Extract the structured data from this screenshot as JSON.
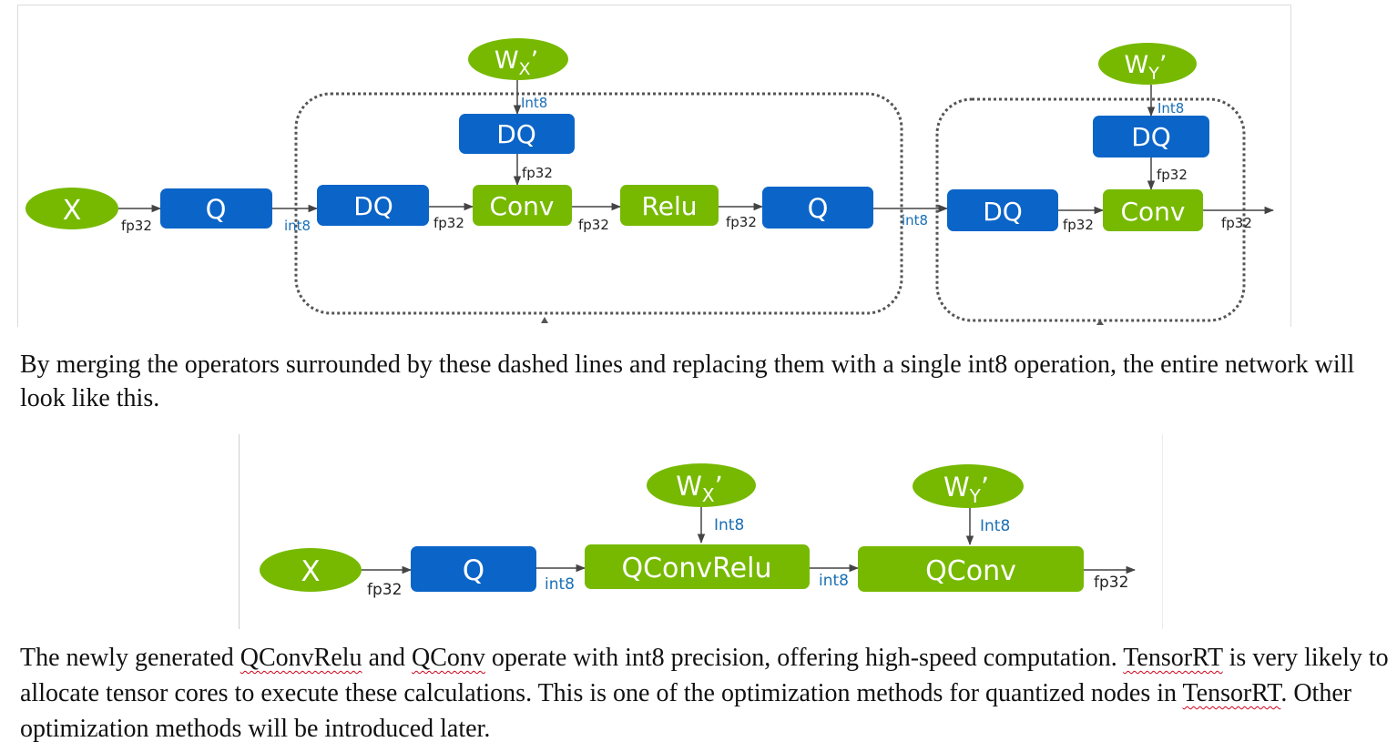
{
  "colors": {
    "green": "#76b900",
    "blue": "#0b64c8",
    "arrow": "#444444",
    "dashed": "#555555",
    "int_label": "#1a6fb5"
  },
  "diagram1": {
    "nodes": {
      "x": "X",
      "q1": "Q",
      "dq1": "DQ",
      "conv1": "Conv",
      "relu": "Relu",
      "q2": "Q",
      "dq2": "DQ",
      "conv2": "Conv",
      "wx_base": "W",
      "wx_sub": "X",
      "wx_prime": "’",
      "dqw1": "DQ",
      "wy_base": "W",
      "wy_sub": "Y",
      "wy_prime": "’",
      "dqw2": "DQ"
    },
    "edge_labels": {
      "x_q": "fp32",
      "q_dq": "int8",
      "dq_conv": "fp32",
      "conv_relu": "fp32",
      "relu_q": "fp32",
      "q_dq2": "int8",
      "dq2_conv2": "fp32",
      "conv2_out": "fp32",
      "wx_dqw": "Int8",
      "dqw_conv": "fp32",
      "wy_dqw": "Int8",
      "dqw2_conv2": "fp32"
    }
  },
  "diagram2": {
    "nodes": {
      "x": "X",
      "q": "Q",
      "qconvrelu": "QConvRelu",
      "qconv": "QConv",
      "wx_base": "W",
      "wx_sub": "X",
      "wx_prime": "’",
      "wy_base": "W",
      "wy_sub": "Y",
      "wy_prime": "’"
    },
    "edge_labels": {
      "x_q": "fp32",
      "q_qcr": "int8",
      "qcr_qc": "int8",
      "qc_out": "fp32",
      "wx_in": "Int8",
      "wy_in": "Int8"
    }
  },
  "paragraph1": "By merging the operators surrounded by these dashed lines and replacing them with a single int8 operation, the entire network will look like this.",
  "paragraph2": {
    "p1": "The newly generated ",
    "w1": "QConvRelu",
    "p2": " and ",
    "w2": "QConv",
    "p3": " operate with int8 precision, offering high-speed computation. ",
    "w3": "TensorRT",
    "p4": " is very likely to allocate tensor cores to execute these calculations. This is one of the optimization methods for quantized nodes in ",
    "w4": "TensorRT",
    "p5": ". Other optimization methods will be introduced later."
  }
}
